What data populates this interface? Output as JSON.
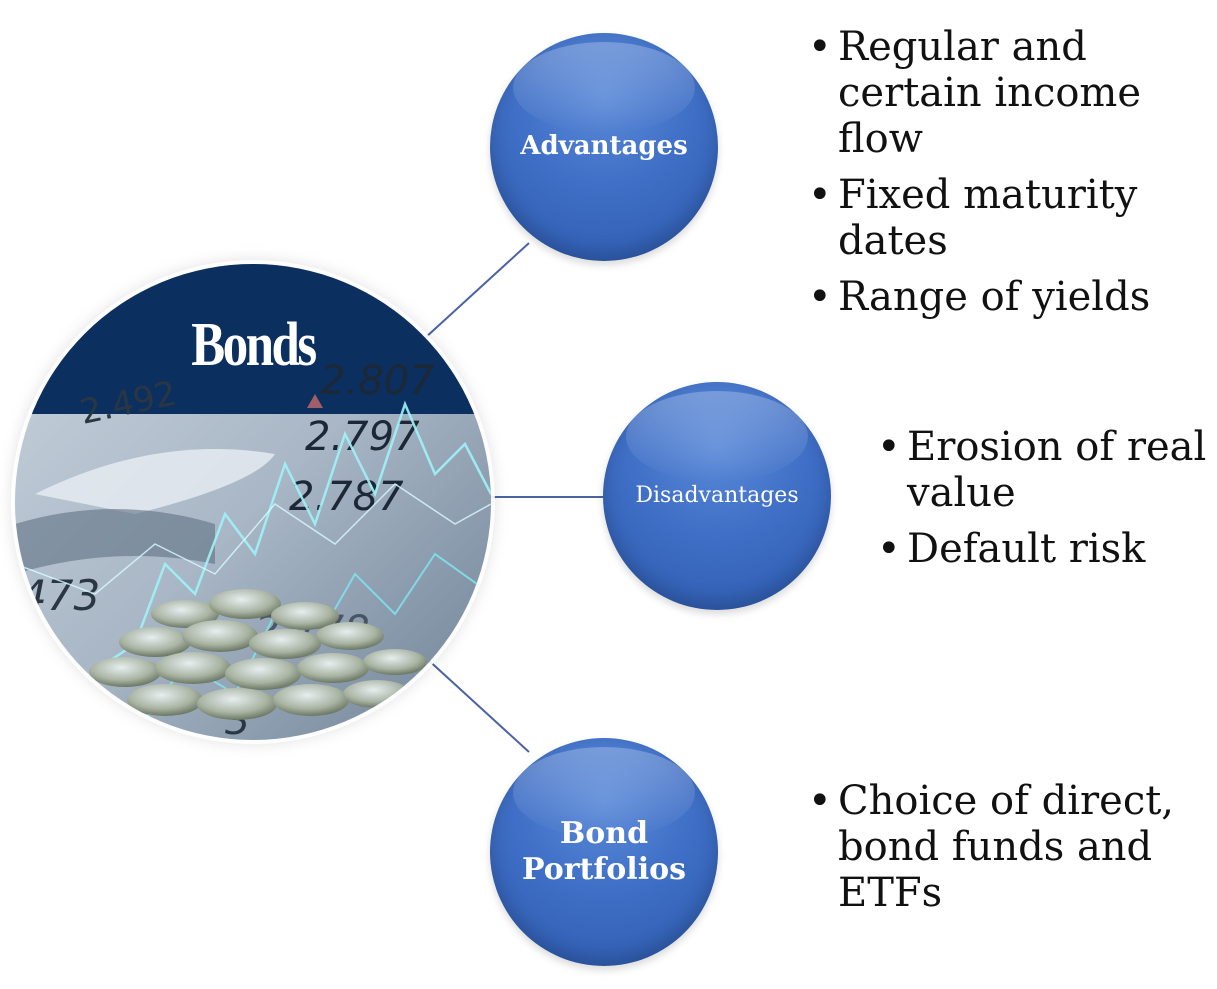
{
  "hub": {
    "title": "Bonds",
    "image_numbers": [
      "2.492",
      "2.807",
      "2.797",
      "2.787",
      "473",
      "2.778",
      "3"
    ]
  },
  "branches": [
    {
      "label": "Advantages",
      "bullets": [
        "Regular and certain income flow",
        "Fixed maturity dates",
        "Range of yields"
      ]
    },
    {
      "label": "Disadvantages",
      "bullets": [
        "Erosion of real value",
        "Default risk"
      ]
    },
    {
      "label": "Bond Portfolios",
      "bullets": [
        "Choice of direct, bond funds and ETFs"
      ]
    }
  ],
  "colors": {
    "node_fill": "#3f6fc6",
    "connector": "#4a64a2",
    "hub_banner": "#0b2f5e"
  }
}
